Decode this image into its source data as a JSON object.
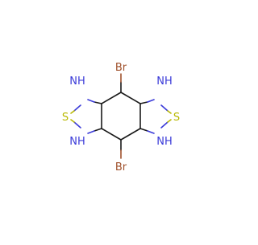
{
  "molecule": {
    "atoms": {
      "br_top": {
        "label": "Br",
        "color": "#a0522d"
      },
      "br_bottom": {
        "label": "Br",
        "color": "#a0522d"
      },
      "nh_left_top": {
        "label": "NH",
        "color": "#3a3ad8"
      },
      "nh_left_bottom": {
        "label": "NH",
        "color": "#3a3ad8"
      },
      "nh_right_top": {
        "label": "NH",
        "color": "#3a3ad8"
      },
      "nh_right_bottom": {
        "label": "NH",
        "color": "#3a3ad8"
      },
      "s_left": {
        "label": "S",
        "color": "#b8b800"
      },
      "s_right": {
        "label": "S",
        "color": "#b8b800"
      }
    }
  }
}
